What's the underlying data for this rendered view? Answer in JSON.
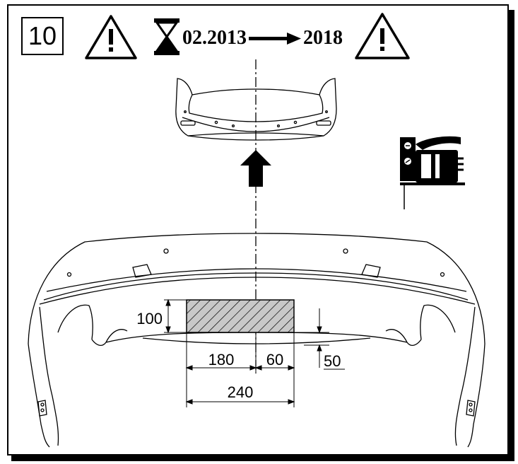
{
  "header": {
    "step_number": "10",
    "date_from": "02.2013",
    "date_to": "2018"
  },
  "dimensions": {
    "height": "100",
    "offset_left": "180",
    "offset_right": "60",
    "total_width": "240",
    "vertical_offset": "50"
  },
  "colors": {
    "line": "#000000",
    "hatch": "#000000",
    "background": "#ffffff"
  },
  "icons": [
    "warning-triangle-icon",
    "hourglass-icon",
    "arrow-right-icon",
    "up-arrow-icon",
    "jigsaw-tool-icon"
  ]
}
